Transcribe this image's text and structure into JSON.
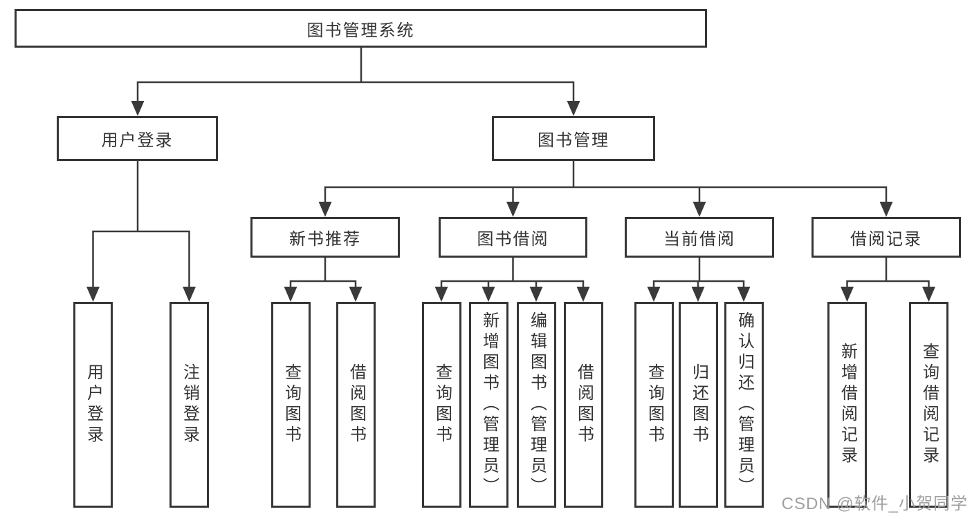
{
  "colors": {
    "line": "#3a3a3a",
    "box_border": "#363636",
    "text": "#333333",
    "watermark_gray": "#9b9b9b",
    "background": "#ffffff"
  },
  "tree": {
    "root": {
      "label": "图书管理系统"
    },
    "branches": [
      {
        "label": "用户登录",
        "children": [
          {
            "label": "用户登录"
          },
          {
            "label": "注销登录"
          }
        ]
      },
      {
        "label": "图书管理",
        "children": [
          {
            "label": "新书推荐",
            "children": [
              {
                "label": "查询图书"
              },
              {
                "label": "借阅图书"
              }
            ]
          },
          {
            "label": "图书借阅",
            "children": [
              {
                "label": "查询图书"
              },
              {
                "label": "新增图书（管理员）"
              },
              {
                "label": "编辑图书（管理员）"
              },
              {
                "label": "借阅图书"
              }
            ]
          },
          {
            "label": "当前借阅",
            "children": [
              {
                "label": "查询图书"
              },
              {
                "label": "归还图书"
              },
              {
                "label": "确认归还（管理员）"
              }
            ]
          },
          {
            "label": "借阅记录",
            "children": [
              {
                "label": "新增借阅记录"
              },
              {
                "label": "查询借阅记录"
              }
            ]
          }
        ]
      }
    ]
  },
  "watermark": {
    "text": "CSDN @软件_小贺同学"
  }
}
